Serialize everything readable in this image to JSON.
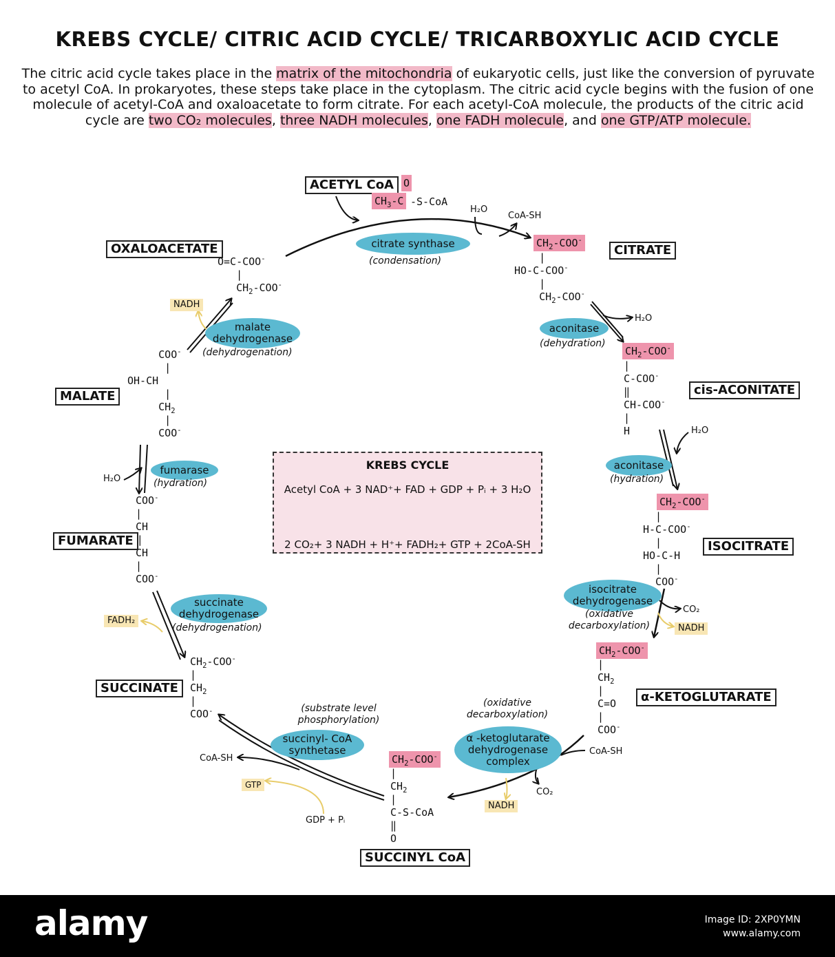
{
  "title": "KREBS CYCLE/ CITRIC ACID CYCLE/ TRICARBOXYLIC ACID CYCLE",
  "intro": {
    "p1": "The citric acid cycle takes place in the ",
    "h1": "matrix of the mitochondria",
    "p2": " of eukaryotic cells, just like the conversion of pyruvate to acetyl CoA. In prokaryotes, these steps take place in the cytoplasm. The citric acid cycle begins with the fusion of one molecule of acetyl-CoA and oxaloacetate to form citrate. For each acetyl-CoA molecule, the products of the citric acid cycle are ",
    "h2": "two CO₂ molecules",
    "p3": ", ",
    "h3": "three NADH molecules",
    "p4": ", ",
    "h4": "one FADH molecule",
    "p5": ", and ",
    "h5": "one GTP/ATP molecule."
  },
  "labels": {
    "acetyl_coa": "ACETYL CoA",
    "oxaloacetate": "OXALOACETATE",
    "citrate": "CITRATE",
    "cis_aconitate": "cis-ACONITATE",
    "isocitrate": "ISOCITRATE",
    "a_ketoglutarate": "α-KETOGLUTARATE",
    "succinyl_coa": "SUCCINYL CoA",
    "succinate": "SUCCINATE",
    "fumarate": "FUMARATE",
    "malate": "MALATE"
  },
  "enzymes": {
    "citrate_synthase": "citrate synthase",
    "condensation": "(condensation)",
    "aconitase1": "aconitase",
    "dehydration": "(dehydration)",
    "aconitase2": "aconitase",
    "hydration1": "(hydration)",
    "isocitrate_dh": "isocitrate dehydrogenase",
    "oxidative_decarb1": "(oxidative decarboxylation)",
    "akg_dh": "α -ketoglutarate dehydrogenase complex",
    "oxidative_decarb2": "(oxidative decarboxylation)",
    "succinyl_synth": "succinyl- CoA synthetase",
    "substrate_level": "(substrate level phosphorylation)",
    "succinate_dh": "succinate dehydrogenase",
    "dehydrogenation1": "(dehydrogenation)",
    "fumarase": "fumarase",
    "hydration2": "(hydration)",
    "malate_dh": "malate dehydrogenase",
    "dehydrogenation2": "(dehydrogenation)"
  },
  "byproducts": {
    "h2o_citrate": "H₂O",
    "coash_citrate": "CoA-SH",
    "h2o_aconitate": "H₂O",
    "h2o_isocitrate": "H₂O",
    "co2_isocitrate": "CO₂",
    "nadh_isocitrate": "NADH",
    "coash_akg": "CoA-SH",
    "co2_akg": "CO₂",
    "nadh_akg": "NADH",
    "coash_succinyl": "CoA-SH",
    "gtp": "GTP",
    "gdp_pi": "GDP + Pᵢ",
    "fadh2": "FADH₂",
    "h2o_fumarate": "H₂O",
    "nadh_malate": "NADH"
  },
  "summary": {
    "title": "KREBS CYCLE",
    "reactants": "Acetyl CoA + 3 NAD⁺+ FAD + GDP + Pᵢ + 3 H₂O",
    "products": "2 CO₂+ 3 NADH + H⁺+ FADH₂+ GTP + 2CoA-SH"
  },
  "footer": {
    "brand": "alamy",
    "image_id": "Image ID: 2XP0YMN",
    "site": "www.alamy.com"
  },
  "colors": {
    "pink_highlight": "#ee94ac",
    "enzyme_blue": "#5bb9d1",
    "yellow_product": "#f8e6b4",
    "summary_box": "#f8e2e8"
  }
}
